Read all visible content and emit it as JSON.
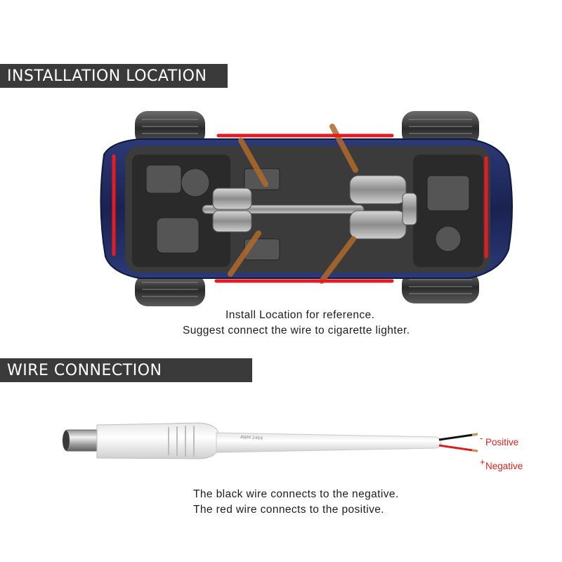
{
  "installation": {
    "banner": "INSTALLATION LOCATION",
    "caption_line1": "Install Location for reference.",
    "caption_line2": "Suggest connect the wire to cigarette lighter."
  },
  "wire": {
    "banner": "WIRE CONNECTION",
    "cable_print": "AWM 2464",
    "label_top_sign": "-",
    "label_top": "Positive",
    "label_bottom_sign": "+",
    "label_bottom": "Negative",
    "caption_line1": "The black wire connects to the negative.",
    "caption_line2": "The red wire connects to the positive."
  },
  "colors": {
    "banner_bg": "#3a3a3a",
    "strip_red": "#e31b23",
    "label_red": "#e11e1e",
    "car_body": "#1f2a5c"
  },
  "icons": [
    "car-underside-illustration",
    "dc-power-cable-illustration"
  ]
}
